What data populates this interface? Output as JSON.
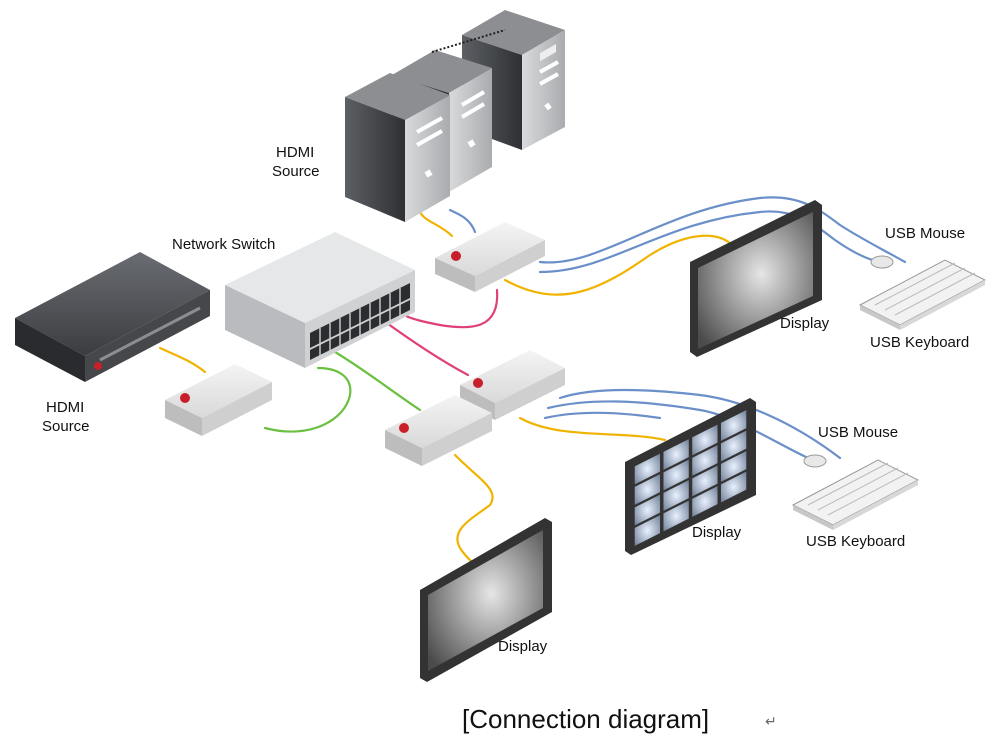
{
  "labels": {
    "hdmi_source_top_line1": "HDMI",
    "hdmi_source_top_line2": "Source",
    "hdmi_source_left_line1": "HDMI",
    "hdmi_source_left_line2": "Source",
    "network_switch": "Network Switch",
    "usb_mouse_top": "USB Mouse",
    "usb_keyboard_top": "USB Keyboard",
    "display_top": "Display",
    "usb_mouse_mid": "USB Mouse",
    "usb_keyboard_mid": "USB Keyboard",
    "display_wall": "Display",
    "display_bottom": "Display"
  },
  "caption": "[Connection diagram]",
  "colors": {
    "video": "#f0b400",
    "usb": "#6b8fc9",
    "network_pink": "#e0407a",
    "network_green": "#6cc040"
  }
}
